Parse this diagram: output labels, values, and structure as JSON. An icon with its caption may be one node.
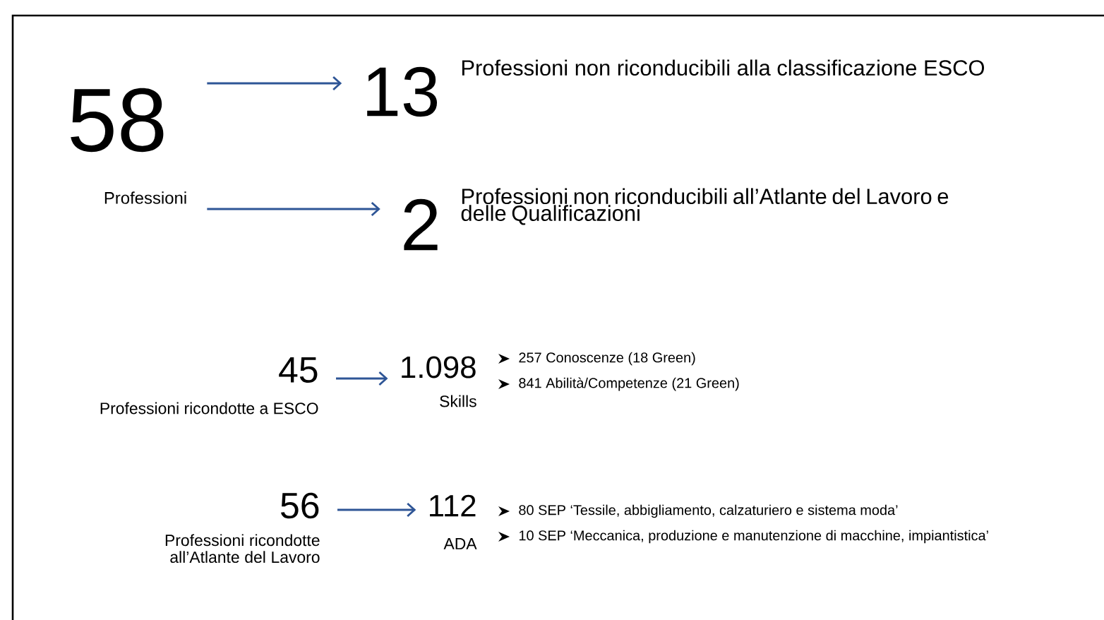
{
  "diagram": {
    "nodes": [
      {
        "text": [
          "58",
          "Professioni"
        ]
      },
      {
        "text": [
          "13",
          "Professioni non riconducibili alla classificazione ESCO"
        ]
      },
      {
        "text": [
          "2",
          "Professioni non riconducibili all’Atlante del Lavoro e delle Qualificazioni"
        ]
      },
      {
        "text": [
          "45",
          "Professioni ricondotte a ESCO"
        ]
      },
      {
        "text": [
          "1.098",
          "Skills"
        ],
        "beside": [
          "257 Conoscenze (18 Green)",
          "841 Abilità/Competenze (21 Green)"
        ]
      },
      {
        "text": [
          "56",
          "Professioni ricondotte all’Atlante del Lavoro"
        ]
      },
      {
        "text": [
          "112",
          "ADA"
        ],
        "beside": [
          "80  SEP ‘Tessile, abbigliamento, calzaturiero e sistema moda’",
          "10 SEP ‘Meccanica, produzione e manutenzione di macchine, impiantistica’"
        ]
      }
    ],
    "edges": [
      {
        "from": 0,
        "to": 1,
        "arrow": "to"
      },
      {
        "from": 0,
        "to": 2,
        "arrow": "to"
      },
      {
        "from": 3,
        "to": 4,
        "arrow": "to"
      },
      {
        "from": 5,
        "to": 6,
        "arrow": "to"
      }
    ]
  }
}
